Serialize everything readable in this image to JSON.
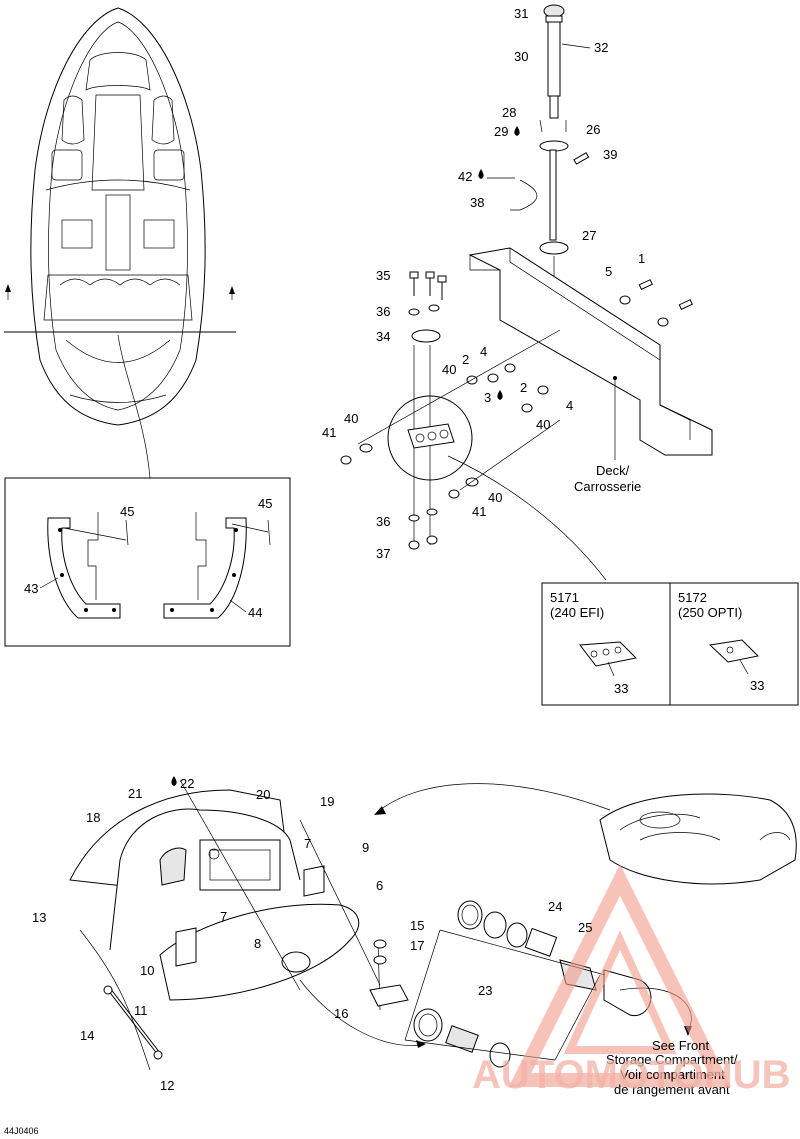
{
  "callouts": {
    "c1": "1",
    "c2a": "2",
    "c2b": "2",
    "c3": "3",
    "c4a": "4",
    "c4b": "4",
    "c5": "5",
    "c6": "6",
    "c7a": "7",
    "c7b": "7",
    "c8": "8",
    "c9": "9",
    "c10": "10",
    "c11": "11",
    "c12": "12",
    "c13": "13",
    "c14": "14",
    "c15": "15",
    "c16": "16",
    "c17": "17",
    "c18": "18",
    "c19": "19",
    "c20": "20",
    "c21": "21",
    "c22": "22",
    "c23": "23",
    "c24": "24",
    "c25": "25",
    "c26": "26",
    "c27": "27",
    "c28": "28",
    "c29": "29",
    "c30": "30",
    "c31": "31",
    "c32": "32",
    "c33a": "33",
    "c33b": "33",
    "c34": "34",
    "c35": "35",
    "c36a": "36",
    "c36b": "36",
    "c37": "37",
    "c38": "38",
    "c39": "39",
    "c40a": "40",
    "c40b": "40",
    "c40c": "40",
    "c40d": "40",
    "c41a": "41",
    "c41b": "41",
    "c42": "42",
    "c43": "43",
    "c44": "44",
    "c45a": "45",
    "c45b": "45"
  },
  "labels": {
    "deck_en": "Deck/",
    "deck_fr": "Carrosserie",
    "variant_1_code": "5171",
    "variant_1_engine": "(240 EFI)",
    "variant_2_code": "5172",
    "variant_2_engine": "(250 OPTI)",
    "see_front_1": "See Front",
    "see_front_2": "Storage Compartment/",
    "see_front_3": "Voir compartiment",
    "see_front_4": "de rangement avant",
    "drawing_code": "44J0406",
    "watermark": "AUTOMOTOHUB"
  }
}
